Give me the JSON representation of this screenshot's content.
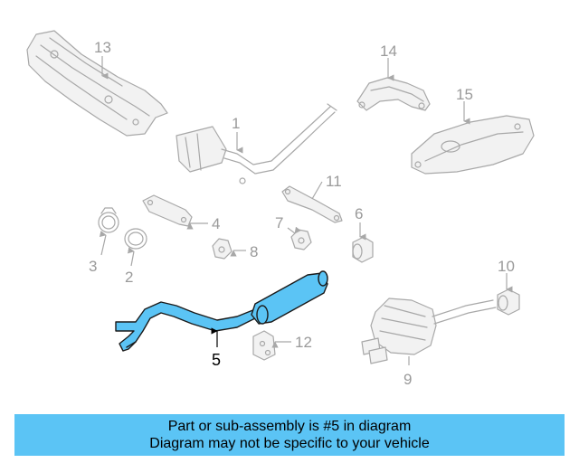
{
  "diagram": {
    "highlight_color": "#5bc4f5",
    "callouts": {
      "c1": "1",
      "c2": "2",
      "c3": "3",
      "c4": "4",
      "c5": "5",
      "c6": "6",
      "c7": "7",
      "c8": "8",
      "c9": "9",
      "c10": "10",
      "c11": "11",
      "c12": "12",
      "c13": "13",
      "c14": "14",
      "c15": "15"
    }
  },
  "banner": {
    "color": "#5bc4f5",
    "line1": "Part or sub-assembly is #5 in diagram",
    "line2": "Diagram may not be specific to your vehicle"
  }
}
